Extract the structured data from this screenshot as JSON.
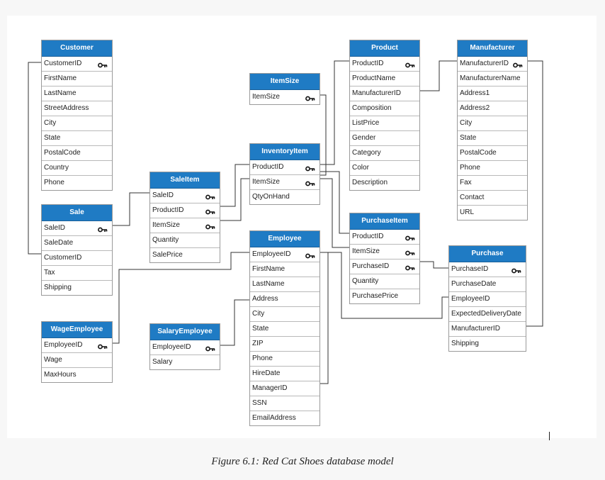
{
  "caption": "Figure 6.1: Red Cat Shoes database model",
  "key_icon": "key-icon",
  "colors": {
    "header": "#1f7bc4",
    "line": "#333333",
    "border": "#9a9a9a"
  },
  "tables": {
    "customer": {
      "title": "Customer",
      "fields": [
        {
          "name": "CustomerID",
          "key": true
        },
        {
          "name": "FirstName"
        },
        {
          "name": "LastName"
        },
        {
          "name": "StreetAddress"
        },
        {
          "name": "City"
        },
        {
          "name": "State"
        },
        {
          "name": "PostalCode"
        },
        {
          "name": "Country"
        },
        {
          "name": "Phone"
        }
      ]
    },
    "sale": {
      "title": "Sale",
      "fields": [
        {
          "name": "SaleID",
          "key": true
        },
        {
          "name": "SaleDate"
        },
        {
          "name": "CustomerID"
        },
        {
          "name": "Tax"
        },
        {
          "name": "Shipping"
        }
      ]
    },
    "wage_employee": {
      "title": "WageEmployee",
      "fields": [
        {
          "name": "EmployeeID",
          "key": true
        },
        {
          "name": "Wage"
        },
        {
          "name": "MaxHours"
        }
      ]
    },
    "sale_item": {
      "title": "SaleItem",
      "fields": [
        {
          "name": "SaleID",
          "key": true
        },
        {
          "name": "ProductID",
          "key": true
        },
        {
          "name": "ItemSize",
          "key": true
        },
        {
          "name": "Quantity"
        },
        {
          "name": "SalePrice"
        }
      ]
    },
    "salary_employee": {
      "title": "SalaryEmployee",
      "fields": [
        {
          "name": "EmployeeID",
          "key": true
        },
        {
          "name": "Salary"
        }
      ]
    },
    "item_size": {
      "title": "ItemSize",
      "fields": [
        {
          "name": "ItemSize",
          "key": true
        }
      ]
    },
    "inventory_item": {
      "title": "InventoryItem",
      "fields": [
        {
          "name": "ProductID",
          "key": true
        },
        {
          "name": "ItemSize",
          "key": true
        },
        {
          "name": "QtyOnHand"
        }
      ]
    },
    "employee": {
      "title": "Employee",
      "fields": [
        {
          "name": "EmployeeID",
          "key": true
        },
        {
          "name": "FirstName"
        },
        {
          "name": "LastName"
        },
        {
          "name": "Address"
        },
        {
          "name": "City"
        },
        {
          "name": "State"
        },
        {
          "name": "ZIP"
        },
        {
          "name": "Phone"
        },
        {
          "name": "HireDate"
        },
        {
          "name": "ManagerID"
        },
        {
          "name": "SSN"
        },
        {
          "name": "EmailAddress"
        }
      ]
    },
    "product": {
      "title": "Product",
      "fields": [
        {
          "name": "ProductID",
          "key": true
        },
        {
          "name": "ProductName"
        },
        {
          "name": "ManufacturerID"
        },
        {
          "name": "Composition"
        },
        {
          "name": "ListPrice"
        },
        {
          "name": "Gender"
        },
        {
          "name": "Category"
        },
        {
          "name": "Color"
        },
        {
          "name": "Description"
        }
      ]
    },
    "purchase_item": {
      "title": "PurchaseItem",
      "fields": [
        {
          "name": "ProductID",
          "key": true
        },
        {
          "name": "ItemSize",
          "key": true
        },
        {
          "name": "PurchaseID",
          "key": true
        },
        {
          "name": "Quantity"
        },
        {
          "name": "PurchasePrice"
        }
      ]
    },
    "manufacturer": {
      "title": "Manufacturer",
      "fields": [
        {
          "name": "ManufacturerID",
          "key": true
        },
        {
          "name": "ManufacturerName"
        },
        {
          "name": "Address1"
        },
        {
          "name": "Address2"
        },
        {
          "name": "City"
        },
        {
          "name": "State"
        },
        {
          "name": "PostalCode"
        },
        {
          "name": "Phone"
        },
        {
          "name": "Fax"
        },
        {
          "name": "Contact"
        },
        {
          "name": "URL"
        }
      ]
    },
    "purchase": {
      "title": "Purchase",
      "fields": [
        {
          "name": "PurchaseID",
          "key": true
        },
        {
          "name": "PurchaseDate"
        },
        {
          "name": "EmployeeID"
        },
        {
          "name": "ExpectedDeliveryDate"
        },
        {
          "name": "ManufacturerID"
        },
        {
          "name": "Shipping"
        }
      ]
    }
  }
}
